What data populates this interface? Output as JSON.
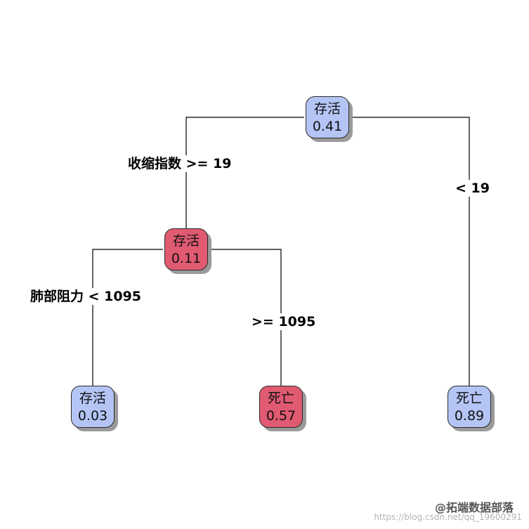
{
  "tree": {
    "nodes": [
      {
        "id": "root",
        "label": "存活",
        "value": "0.41",
        "color": "#b4c5f5"
      },
      {
        "id": "left",
        "label": "存活",
        "value": "0.11",
        "color": "#e05a72"
      },
      {
        "id": "left-left",
        "label": "存活",
        "value": "0.03",
        "color": "#b4c5f5"
      },
      {
        "id": "left-right",
        "label": "死亡",
        "value": "0.57",
        "color": "#e05a72"
      },
      {
        "id": "right",
        "label": "死亡",
        "value": "0.89",
        "color": "#b4c5f5"
      }
    ],
    "splits": [
      {
        "id": "root-left",
        "text": "收缩指数 >= 19"
      },
      {
        "id": "root-right",
        "text": "< 19"
      },
      {
        "id": "left-left",
        "text": "肺部阻力 < 1095"
      },
      {
        "id": "left-right",
        "text": ">= 1095"
      }
    ],
    "edge_color": "#000000",
    "shadow_color": "#9a9a9a"
  },
  "watermark": {
    "brand": "@拓端数据部落",
    "url": "https://blog.csdn.net/qq_19600291"
  }
}
